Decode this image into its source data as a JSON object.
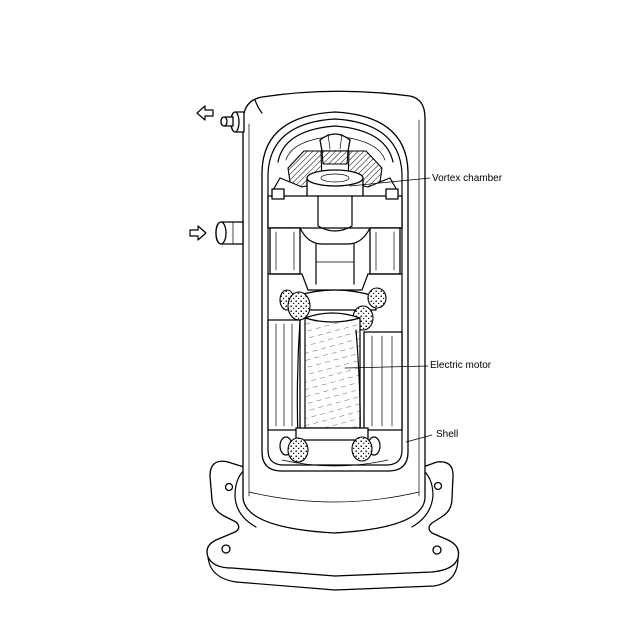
{
  "figure": {
    "labels": {
      "vortex_chamber": "Vortex chamber",
      "electric_motor": "Electric motor",
      "shell": "Shell"
    },
    "icons": {
      "discharge_arrow": "hollow-arrow-left-icon",
      "suction_arrow": "hollow-arrow-right-icon"
    },
    "colors": {
      "line": "#000000",
      "background": "#ffffff"
    }
  }
}
